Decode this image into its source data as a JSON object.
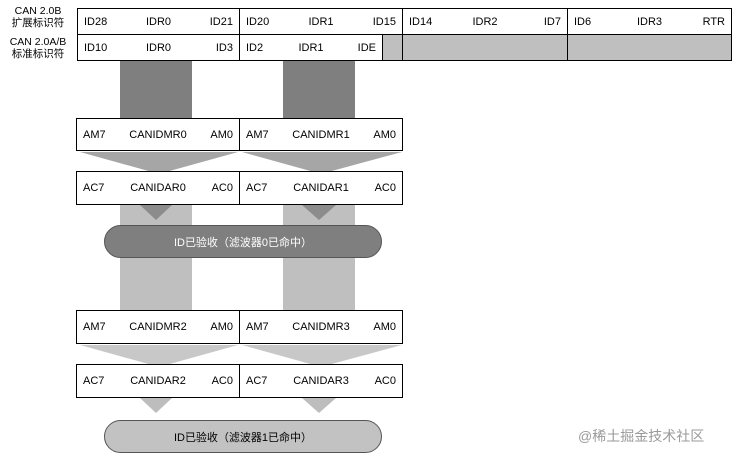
{
  "labels": {
    "ext_line1": "CAN 2.0B",
    "ext_line2": "扩展标识符",
    "std_line1": "CAN 2.0A/B",
    "std_line2": "标准标识符"
  },
  "ext_row": [
    {
      "left": "ID28",
      "center": "IDR0",
      "right": "ID21"
    },
    {
      "left": "ID20",
      "center": "IDR1",
      "right": "ID15"
    },
    {
      "left": "ID14",
      "center": "IDR2",
      "right": "ID7"
    },
    {
      "left": "ID6",
      "center": "IDR3",
      "right": "RTR"
    }
  ],
  "std_row": [
    {
      "left": "ID10",
      "center": "IDR0",
      "right": "ID3"
    },
    {
      "left": "ID2",
      "center": "IDR1",
      "right": "IDE"
    }
  ],
  "group0": {
    "mask0": {
      "left": "AM7",
      "center": "CANIDMR0",
      "right": "AM0"
    },
    "mask1": {
      "left": "AM7",
      "center": "CANIDMR1",
      "right": "AM0"
    },
    "acc0": {
      "left": "AC7",
      "center": "CANIDAR0",
      "right": "AC0"
    },
    "acc1": {
      "left": "AC7",
      "center": "CANIDAR1",
      "right": "AC0"
    },
    "result": "ID已验收（滤波器0已命中）"
  },
  "group1": {
    "mask0": {
      "left": "AM7",
      "center": "CANIDMR2",
      "right": "AM0"
    },
    "mask1": {
      "left": "AM7",
      "center": "CANIDMR3",
      "right": "AM0"
    },
    "acc0": {
      "left": "AC7",
      "center": "CANIDAR2",
      "right": "AC0"
    },
    "acc1": {
      "left": "AC7",
      "center": "CANIDAR3",
      "right": "AC0"
    },
    "result": "ID已验收（滤波器1已命中）"
  },
  "watermark": "@稀土掘金技术社区",
  "colors": {
    "dark_band": "#7f7f7f",
    "light_band": "#bfbfbf",
    "pill_dark": "#7f7f7f",
    "pill_light": "#c2c2c2"
  }
}
